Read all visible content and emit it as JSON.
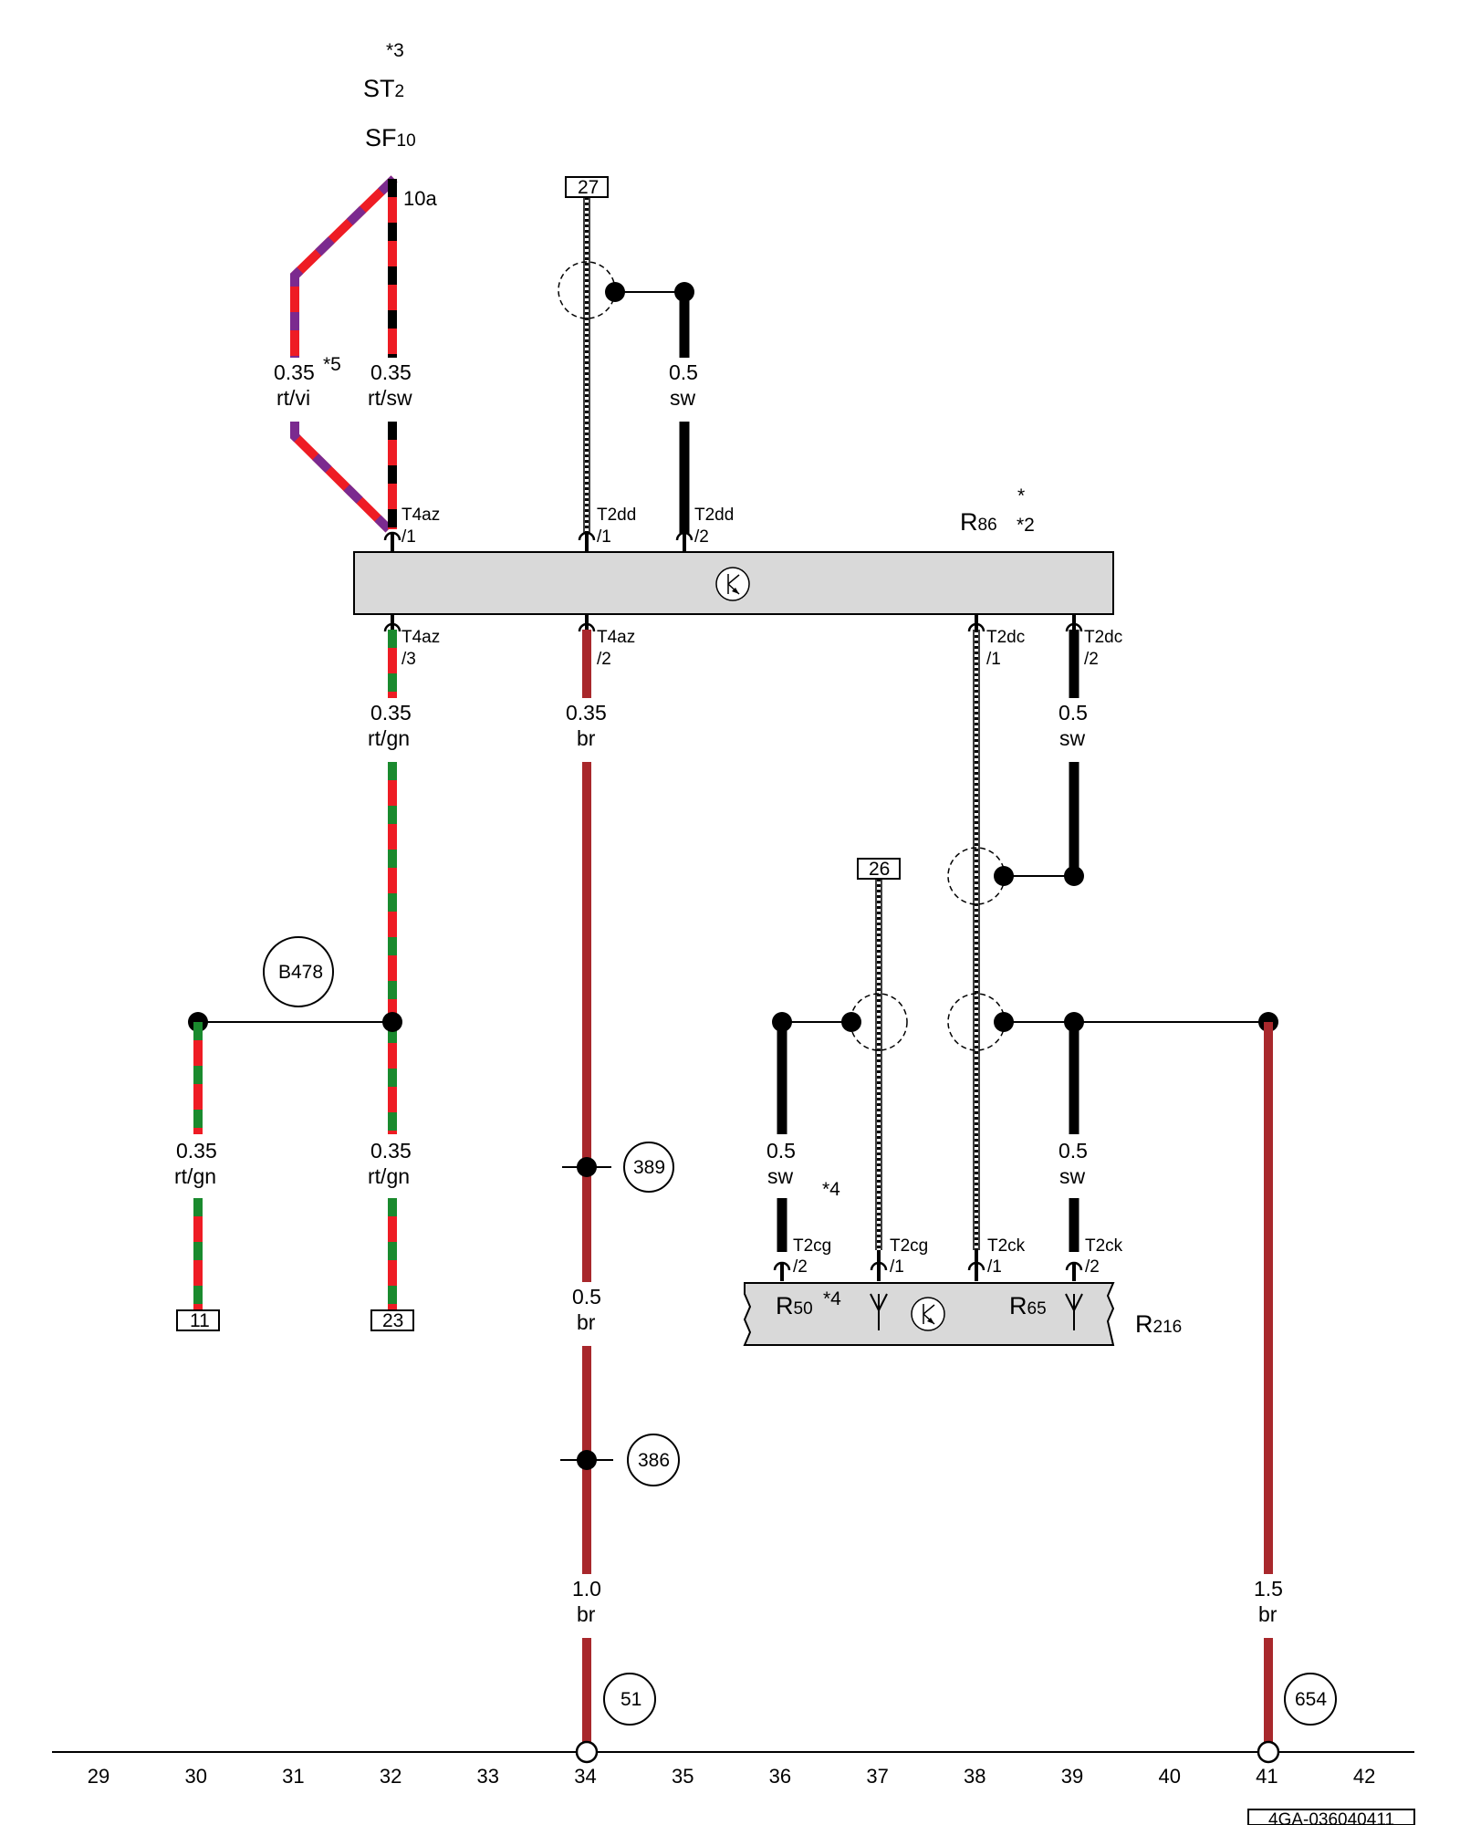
{
  "header": {
    "note_3": "*3",
    "st_main": "ST",
    "st_sub": "2",
    "sf_main": "SF",
    "sf_sub": "10",
    "fuse_10a": "10a"
  },
  "components": {
    "r86_main": "R",
    "r86_sub": "86",
    "r86_note_star": "*",
    "r86_note_2": "*2",
    "r216_main": "R",
    "r216_sub": "216",
    "r50_main": "R",
    "r50_sub": "50",
    "r50_note": "*4",
    "r65_main": "R",
    "r65_sub": "65"
  },
  "wires": {
    "w_rtvi": {
      "size": "0.35",
      "color": "rt/vi",
      "note": "*5"
    },
    "w_rtsw": {
      "size": "0.35",
      "color": "rt/sw"
    },
    "w_sw_top": {
      "size": "0.5",
      "color": "sw"
    },
    "w_rtgn_a": {
      "size": "0.35",
      "color": "rt/gn"
    },
    "w_br_a": {
      "size": "0.35",
      "color": "br"
    },
    "w_sw_dc": {
      "size": "0.5",
      "color": "sw"
    },
    "w_rtgn_l": {
      "size": "0.35",
      "color": "rt/gn"
    },
    "w_rtgn_r": {
      "size": "0.35",
      "color": "rt/gn"
    },
    "w_br_b": {
      "size": "0.5",
      "color": "br"
    },
    "w_sw_cg": {
      "size": "0.5",
      "color": "sw",
      "note": "*4"
    },
    "w_sw_ck": {
      "size": "0.5",
      "color": "sw"
    },
    "w_br_c": {
      "size": "1.0",
      "color": "br"
    },
    "w_br_d": {
      "size": "1.5",
      "color": "br"
    }
  },
  "pins": {
    "t4az_1": {
      "conn": "T4az",
      "pin": "/1"
    },
    "t2dd_1": {
      "conn": "T2dd",
      "pin": "/1"
    },
    "t2dd_2": {
      "conn": "T2dd",
      "pin": "/2"
    },
    "t4az_3": {
      "conn": "T4az",
      "pin": "/3"
    },
    "t4az_2": {
      "conn": "T4az",
      "pin": "/2"
    },
    "t2dc_1": {
      "conn": "T2dc",
      "pin": "/1"
    },
    "t2dc_2": {
      "conn": "T2dc",
      "pin": "/2"
    },
    "t2cg_2": {
      "conn": "T2cg",
      "pin": "/2"
    },
    "t2cg_1": {
      "conn": "T2cg",
      "pin": "/1"
    },
    "t2ck_1": {
      "conn": "T2ck",
      "pin": "/1"
    },
    "t2ck_2": {
      "conn": "T2ck",
      "pin": "/2"
    }
  },
  "refs": {
    "box_27": "27",
    "box_26": "26",
    "box_11": "11",
    "box_23": "23",
    "c_b478": "B478",
    "c_389": "389",
    "c_386": "386",
    "c_51": "51",
    "c_654": "654"
  },
  "columns": [
    "29",
    "30",
    "31",
    "32",
    "33",
    "34",
    "35",
    "36",
    "37",
    "38",
    "39",
    "40",
    "41",
    "42"
  ],
  "footer": {
    "doc_code": "4GA-036040411"
  },
  "colors": {
    "red": "#ee1c24",
    "violet": "#7b2a8f",
    "green": "#1a8a2e",
    "brown": "#a8282c",
    "black": "#000000",
    "gray": "#d9d9d9"
  }
}
